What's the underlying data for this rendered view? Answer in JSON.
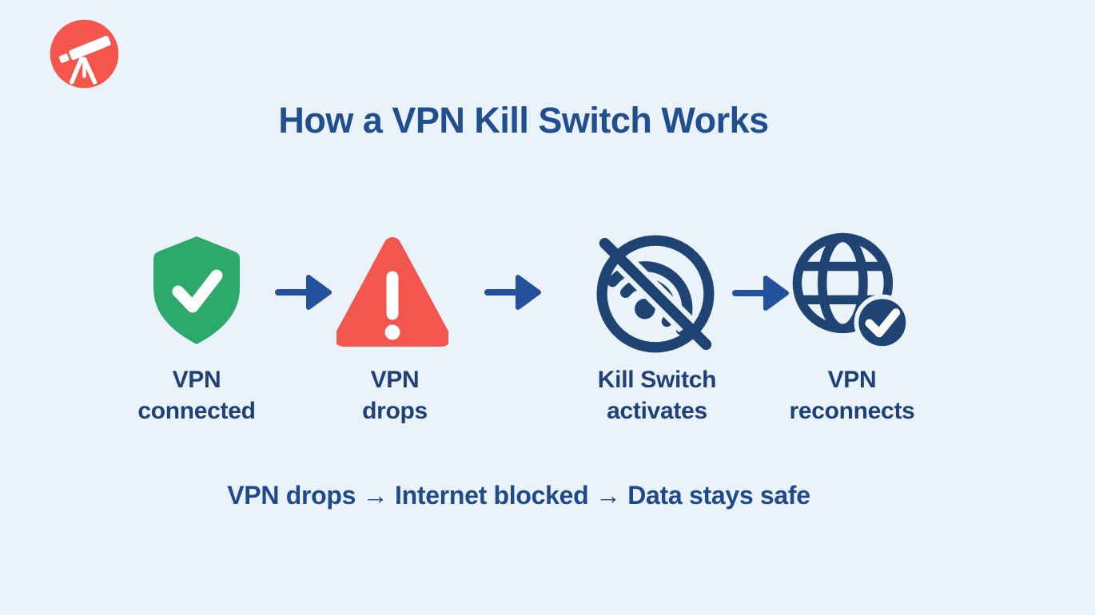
{
  "page": {
    "background_color": "#EAF3FB",
    "kind": "infographic"
  },
  "logo": {
    "icon": "telescope-icon",
    "circle_color": "#F5564C",
    "glyph_color": "#FFFFFF"
  },
  "title": "How a VPN Kill Switch Works",
  "flow": {
    "steps": [
      {
        "icon": "shield-check-icon",
        "icon_color": "#2CA96B",
        "label": "VPN\nconnected"
      },
      {
        "icon": "warning-triangle-icon",
        "icon_color": "#F2564D",
        "label": "VPN\ndrops"
      },
      {
        "icon": "wifi-off-icon",
        "icon_color": "#1F4373",
        "label": "Kill Switch\nactivates"
      },
      {
        "icon": "globe-check-icon",
        "icon_color": "#1F4373",
        "label": "VPN\nreconnects"
      }
    ],
    "arrow_glyph": "→",
    "arrow_color": "#24519B"
  },
  "summary": "VPN drops → Internet blocked → Data stays safe",
  "colors": {
    "title_text": "#204E91",
    "label_text": "#1F4177",
    "summary_text": "#1E4A8C",
    "icon_navy": "#1F4373",
    "shield_green": "#2CA96B",
    "warning_red": "#F2564D",
    "logo_coral": "#F5564C",
    "background": "#EAF3FB"
  }
}
